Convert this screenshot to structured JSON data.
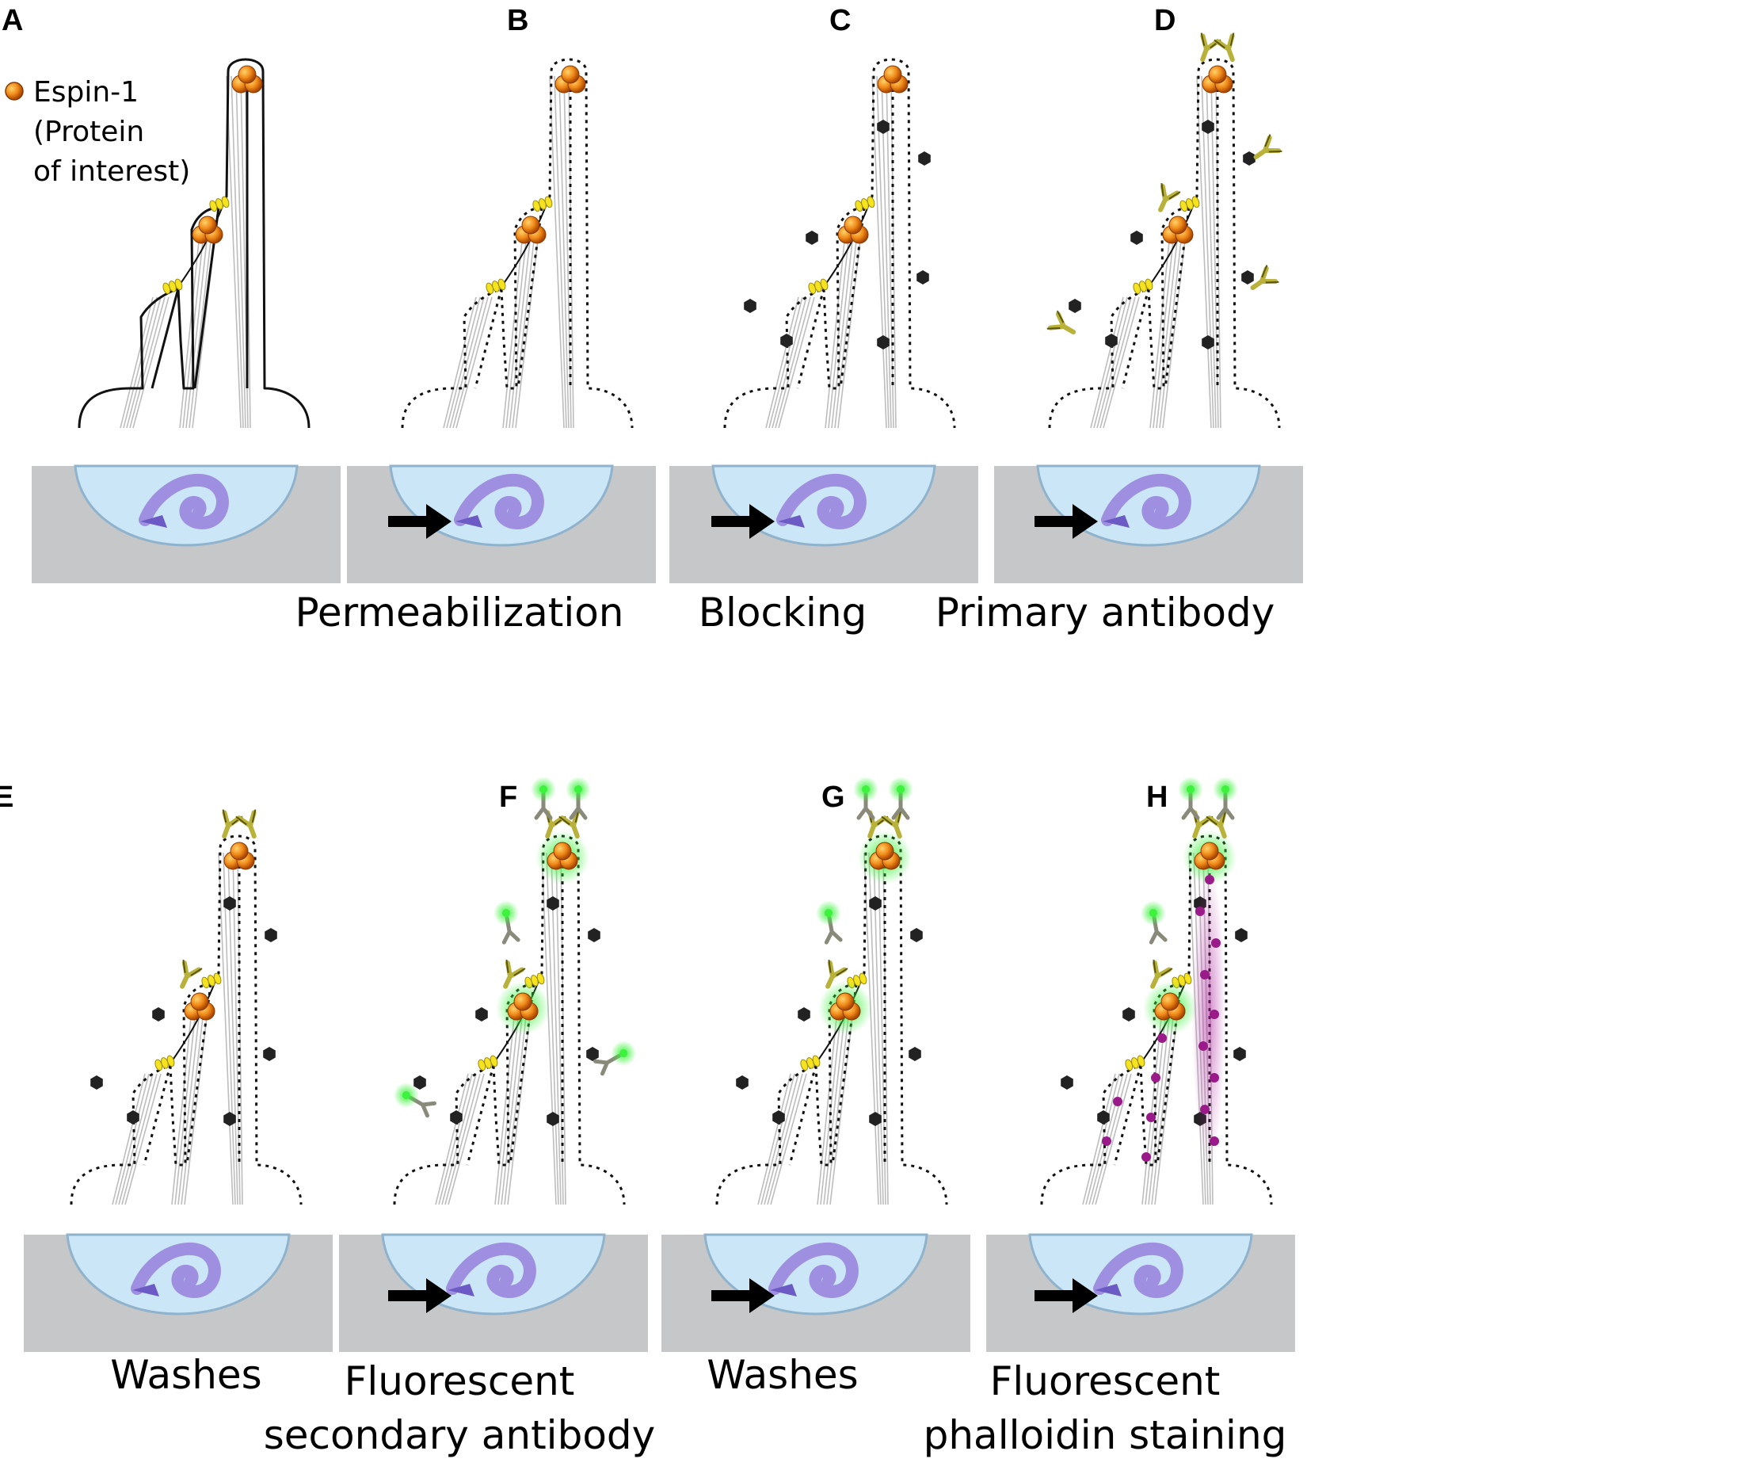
{
  "legend": {
    "lines": [
      "Espin-1",
      "(Protein",
      "of interest)"
    ]
  },
  "panels": [
    {
      "letter": "A",
      "caption": [],
      "membrane": "intact",
      "blocking": false,
      "primary": false,
      "secondary": "none",
      "phalloidin": false
    },
    {
      "letter": "B",
      "caption": [
        "Permeabilization"
      ],
      "membrane": "permeabilized",
      "blocking": false,
      "primary": false,
      "secondary": "none",
      "phalloidin": false
    },
    {
      "letter": "C",
      "caption": [
        "Blocking"
      ],
      "membrane": "permeabilized",
      "blocking": true,
      "primary": false,
      "secondary": "none",
      "phalloidin": false
    },
    {
      "letter": "D",
      "caption": [
        "Primary antibody"
      ],
      "membrane": "permeabilized",
      "blocking": true,
      "primary": "all",
      "secondary": "none",
      "phalloidin": false
    },
    {
      "letter": "E",
      "caption": [
        "Washes"
      ],
      "membrane": "permeabilized",
      "blocking": true,
      "primary": "bound",
      "secondary": "none",
      "phalloidin": false
    },
    {
      "letter": "F",
      "caption": [
        "Fluorescent",
        "secondary antibody"
      ],
      "membrane": "permeabilized",
      "blocking": true,
      "primary": "bound",
      "secondary": "all",
      "phalloidin": false
    },
    {
      "letter": "G",
      "caption": [
        "Washes"
      ],
      "membrane": "permeabilized",
      "blocking": true,
      "primary": "bound",
      "secondary": "bound",
      "phalloidin": false
    },
    {
      "letter": "H",
      "caption": [
        "Fluorescent",
        "phalloidin staining"
      ],
      "membrane": "permeabilized",
      "blocking": true,
      "primary": "bound",
      "secondary": "bound",
      "phalloidin": true
    }
  ],
  "colors": {
    "espin": "#f08a1a",
    "espin_dark": "#b04a00",
    "tip_link": "#f4e31e",
    "blocker": "#222222",
    "primary_antibody": "#b9b23a",
    "secondary_antibody": "#8a8a7a",
    "fluor_green": "#3cf23c",
    "phalloidin": "#9a1a8a",
    "dish": "#c6c7c9",
    "well": "#cbe6f6",
    "well_edge": "#8fb3cc",
    "cochlea": "#9f8fe0",
    "arrow": "#000000"
  },
  "icons": {
    "arrow": "right-arrow-icon",
    "cochlea": "cochlea-icon",
    "espin": "espin-protein-icon",
    "blocker": "blocking-agent-icon",
    "antibody": "antibody-icon"
  }
}
